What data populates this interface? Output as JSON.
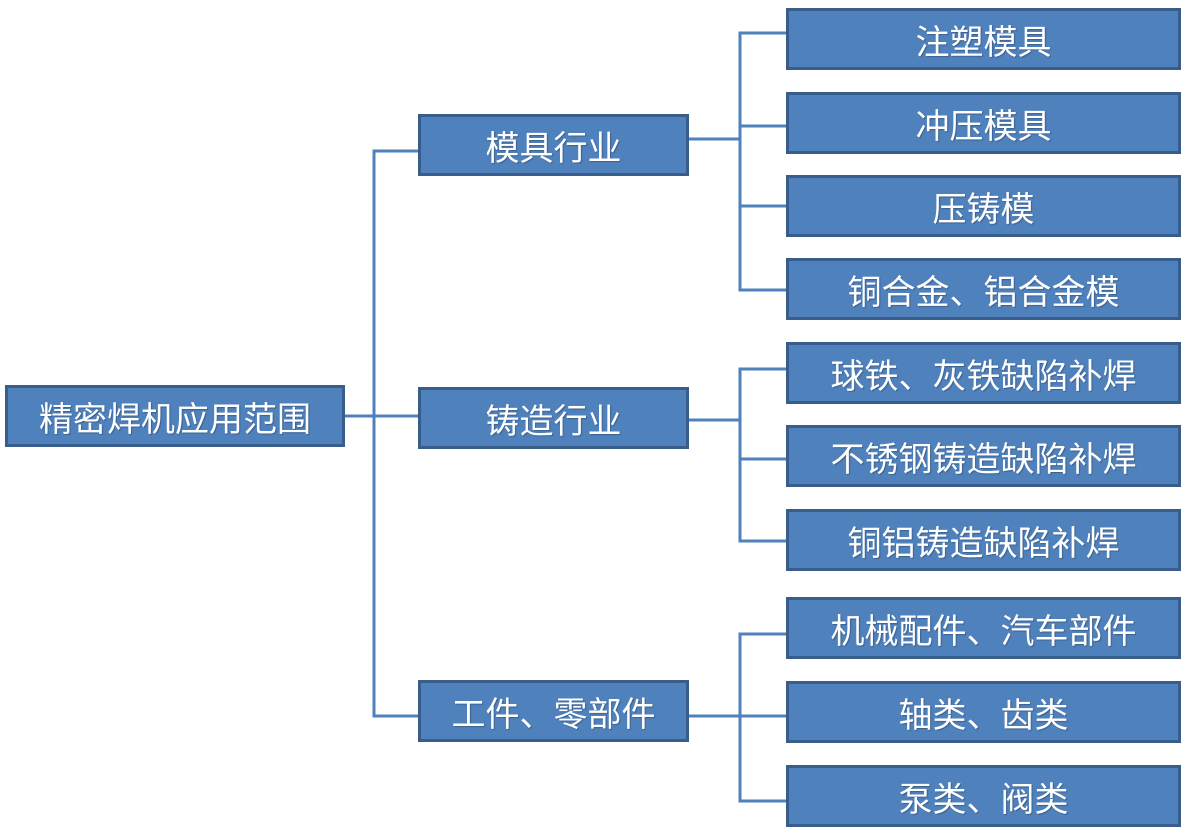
{
  "root": {
    "label": "精密焊机应用范围"
  },
  "branches": [
    {
      "label": "模具行业",
      "leaves": [
        "注塑模具",
        "冲压模具",
        "压铸模",
        "铜合金、铝合金模"
      ]
    },
    {
      "label": "铸造行业",
      "leaves": [
        "球铁、灰铁缺陷补焊",
        "不锈钢铸造缺陷补焊",
        "铜铝铸造缺陷补焊"
      ]
    },
    {
      "label": "工件、零部件",
      "leaves": [
        "机械配件、汽车部件",
        "轴类、齿类",
        "泵类、阀类"
      ]
    }
  ],
  "colors": {
    "box_fill": "#4f81bd",
    "box_border": "#385d8a",
    "connector": "#4f81bd",
    "text": "#ffffff"
  }
}
